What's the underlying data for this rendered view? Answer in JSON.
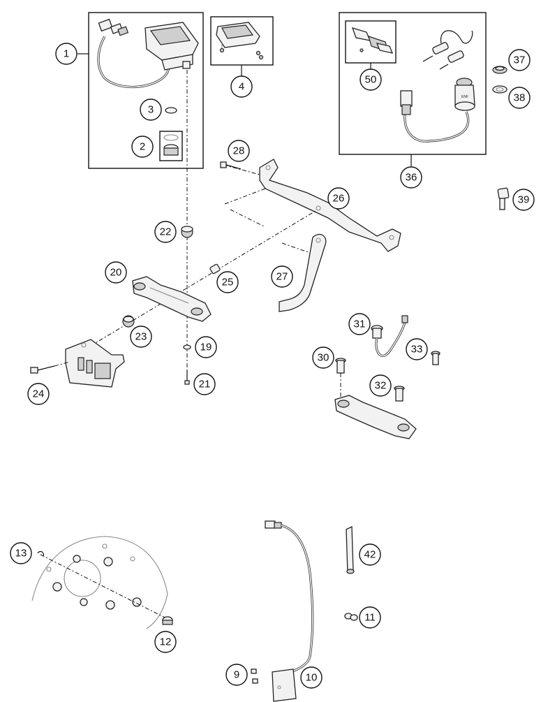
{
  "diagram": {
    "callouts": [
      {
        "id": "c1",
        "label": "1"
      },
      {
        "id": "c2",
        "label": "2"
      },
      {
        "id": "c3",
        "label": "3"
      },
      {
        "id": "c4",
        "label": "4"
      },
      {
        "id": "c50",
        "label": "50"
      },
      {
        "id": "c37",
        "label": "37"
      },
      {
        "id": "c38",
        "label": "38"
      },
      {
        "id": "c36",
        "label": "36"
      },
      {
        "id": "c39",
        "label": "39"
      },
      {
        "id": "c28",
        "label": "28"
      },
      {
        "id": "c26",
        "label": "26"
      },
      {
        "id": "c22",
        "label": "22"
      },
      {
        "id": "c20",
        "label": "20"
      },
      {
        "id": "c25",
        "label": "25"
      },
      {
        "id": "c27",
        "label": "27"
      },
      {
        "id": "c23",
        "label": "23"
      },
      {
        "id": "c19",
        "label": "19"
      },
      {
        "id": "c24",
        "label": "24"
      },
      {
        "id": "c21",
        "label": "21"
      },
      {
        "id": "c31",
        "label": "31"
      },
      {
        "id": "c33",
        "label": "33"
      },
      {
        "id": "c30",
        "label": "30"
      },
      {
        "id": "c32",
        "label": "32"
      },
      {
        "id": "c42",
        "label": "42"
      },
      {
        "id": "c13",
        "label": "13"
      },
      {
        "id": "c11",
        "label": "11"
      },
      {
        "id": "c12",
        "label": "12"
      },
      {
        "id": "c9",
        "label": "9"
      },
      {
        "id": "c10",
        "label": "10"
      }
    ],
    "ignition_switch_marking": "ENF"
  }
}
